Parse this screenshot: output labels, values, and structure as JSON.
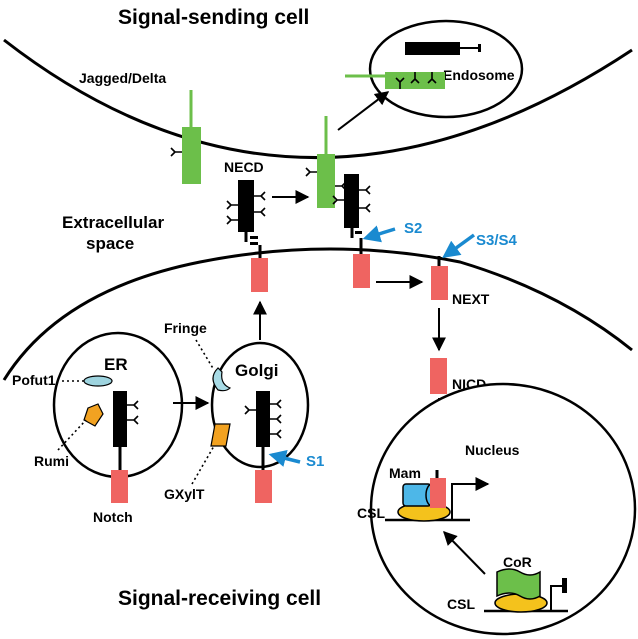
{
  "titles": {
    "sending_cell": "Signal-sending cell",
    "receiving_cell": "Signal-receiving cell",
    "extracellular_line1": "Extracellular",
    "extracellular_line2": "space"
  },
  "labels": {
    "jagged_delta": "Jagged/Delta",
    "endosome": "Endosome",
    "necd": "NECD",
    "s2": "S2",
    "s3s4": "S3/S4",
    "next": "NEXT",
    "nicd": "NICD",
    "fringe": "Fringe",
    "golgi": "Golgi",
    "er": "ER",
    "pofut1": "Pofut1",
    "rumi": "Rumi",
    "s1": "S1",
    "gxylt": "GXylT",
    "notch": "Notch",
    "nucleus": "Nucleus",
    "mam": "Mam",
    "csl_active": "CSL",
    "cor": "CoR",
    "csl_repressed": "CSL"
  },
  "colors": {
    "ligand_green": "#6cbf4a",
    "notch_red": "#ef6461",
    "fringe_blue": "#a8dbe6",
    "pofut1_blue": "#9ed4df",
    "rumi_orange": "#f2a221",
    "gxylt_orange": "#f2a221",
    "mam_blue": "#4db7e8",
    "csl_yellow": "#f4c21c",
    "cor_green": "#6cbf4a",
    "cleavage_blue": "#1a8ad0",
    "membrane": "#000000"
  }
}
